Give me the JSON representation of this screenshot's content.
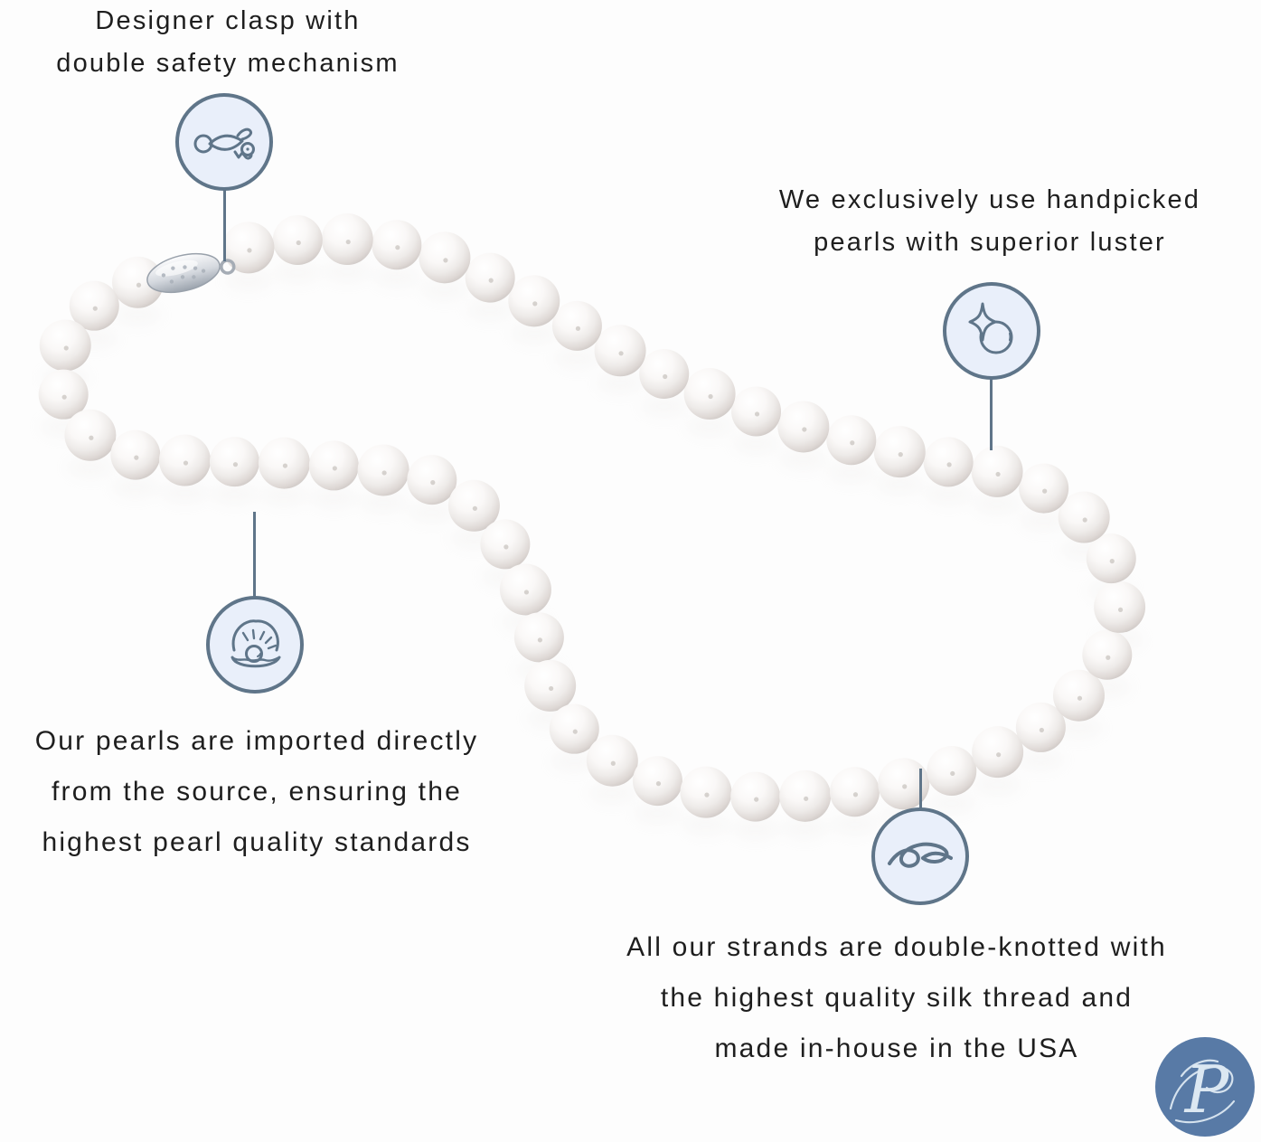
{
  "colors": {
    "accent_stroke": "#5f7589",
    "accent_fill": "#e9effa",
    "text": "#1e1e1e",
    "logo_blue": "#587aa6",
    "pearl_white": "#f7f4f2"
  },
  "annotations": {
    "clasp": {
      "icon": "fish-clasp-icon",
      "lines": [
        "Designer clasp with",
        "double safety mechanism"
      ]
    },
    "luster": {
      "icon": "sparkling-pearl-icon",
      "lines": [
        "We exclusively use handpicked",
        "pearls with superior luster"
      ]
    },
    "source": {
      "icon": "oyster-with-pearl-icon",
      "lines": [
        "Our pearls are imported directly",
        "from the source, ensuring the",
        "highest pearl quality standards"
      ]
    },
    "knotting": {
      "icon": "knotted-thread-icon",
      "lines": [
        "All our strands are double-knotted with",
        "the highest quality silk thread and",
        "made in-house in the USA"
      ]
    }
  },
  "logo": {
    "letter": "P"
  }
}
